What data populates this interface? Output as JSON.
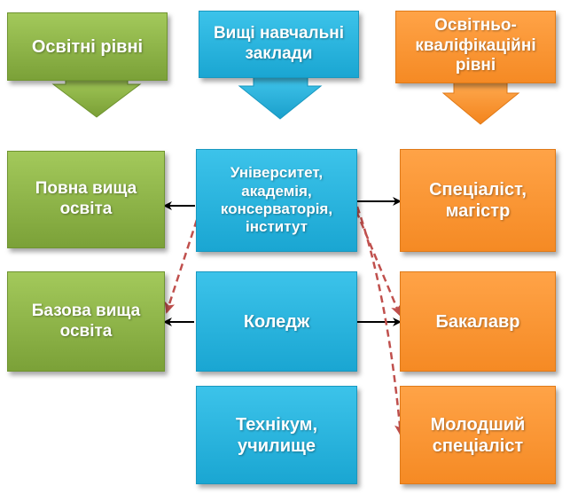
{
  "headers": {
    "education_levels": "Освітні рівні",
    "institutions": "Вищі навчальні\nзаклади",
    "qualification_levels": "Освітньо-\nкваліфікаційні\nрівні"
  },
  "institutions": {
    "university": "Університет,\nакадемія,\nконсерваторія,\nінститут",
    "college": "Коледж",
    "technikum": "Технікум,\nучилище"
  },
  "education_levels": {
    "full_higher": "Повна вища\nосвіта",
    "basic_higher": "Базова вища\nосвіта"
  },
  "qualification_levels": {
    "specialist_master": "Спеціаліст,\nмагістр",
    "bachelor": "Бакалавр",
    "junior_specialist": "Молодший\nспеціаліст"
  },
  "colors": {
    "green": "#8db544",
    "blue": "#24b2de",
    "orange": "#f7932d",
    "solid_arrow": "#000000",
    "dashed_arrow": "#c0504d"
  }
}
